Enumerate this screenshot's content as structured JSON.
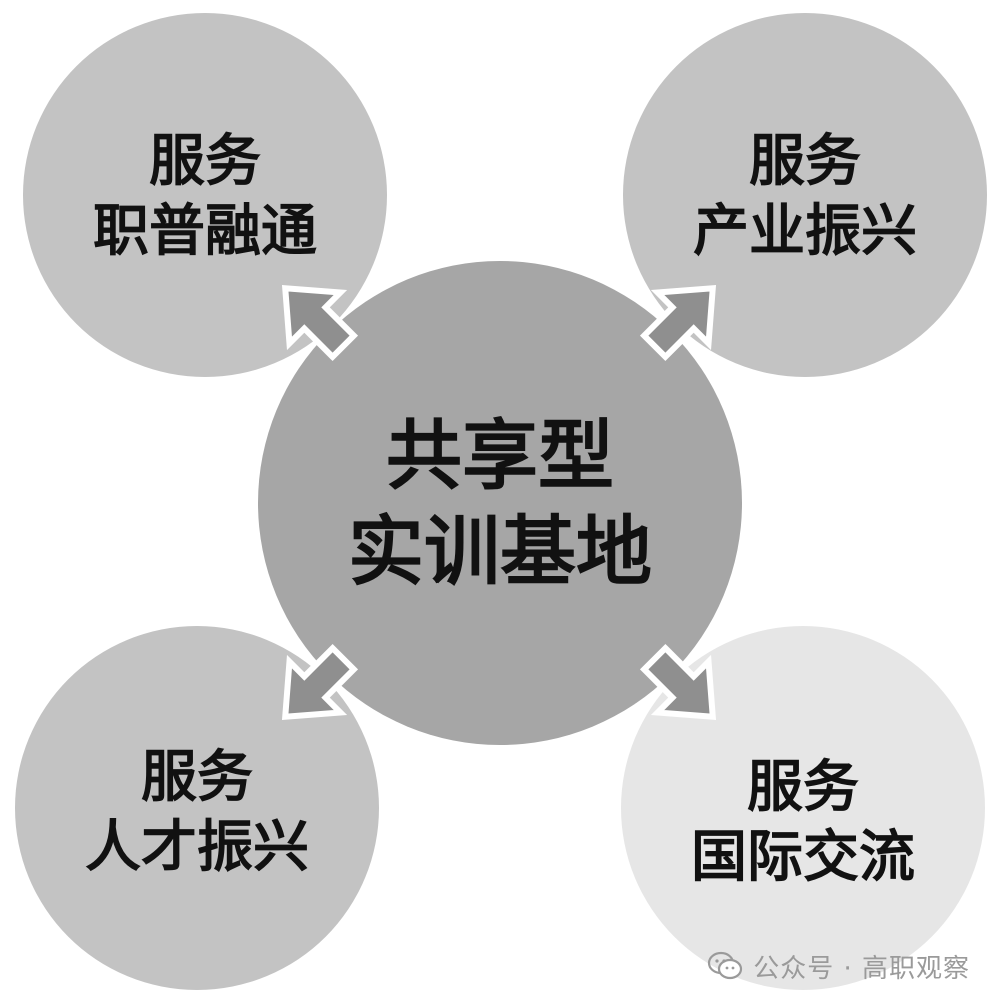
{
  "diagram": {
    "center": {
      "line1": "共享型",
      "line2": "实训基地"
    },
    "nodes": {
      "top_left": {
        "line1": "服务",
        "line2": "职普融通"
      },
      "top_right": {
        "line1": "服务",
        "line2": "产业振兴"
      },
      "bottom_left": {
        "line1": "服务",
        "line2": "人才振兴"
      },
      "bottom_right": {
        "line1": "服务",
        "line2": "国际交流"
      }
    }
  },
  "colors": {
    "center_fill": "#a6a6a6",
    "outer_fill": "#c3c3c3",
    "bottom_right_fill": "#e6e6e6",
    "arrow_fill": "#8f8f8f",
    "arrow_stroke": "#ffffff",
    "text": "#111111"
  },
  "watermark": {
    "icon": "wechat-icon",
    "text": "公众号 · 高职观察"
  }
}
